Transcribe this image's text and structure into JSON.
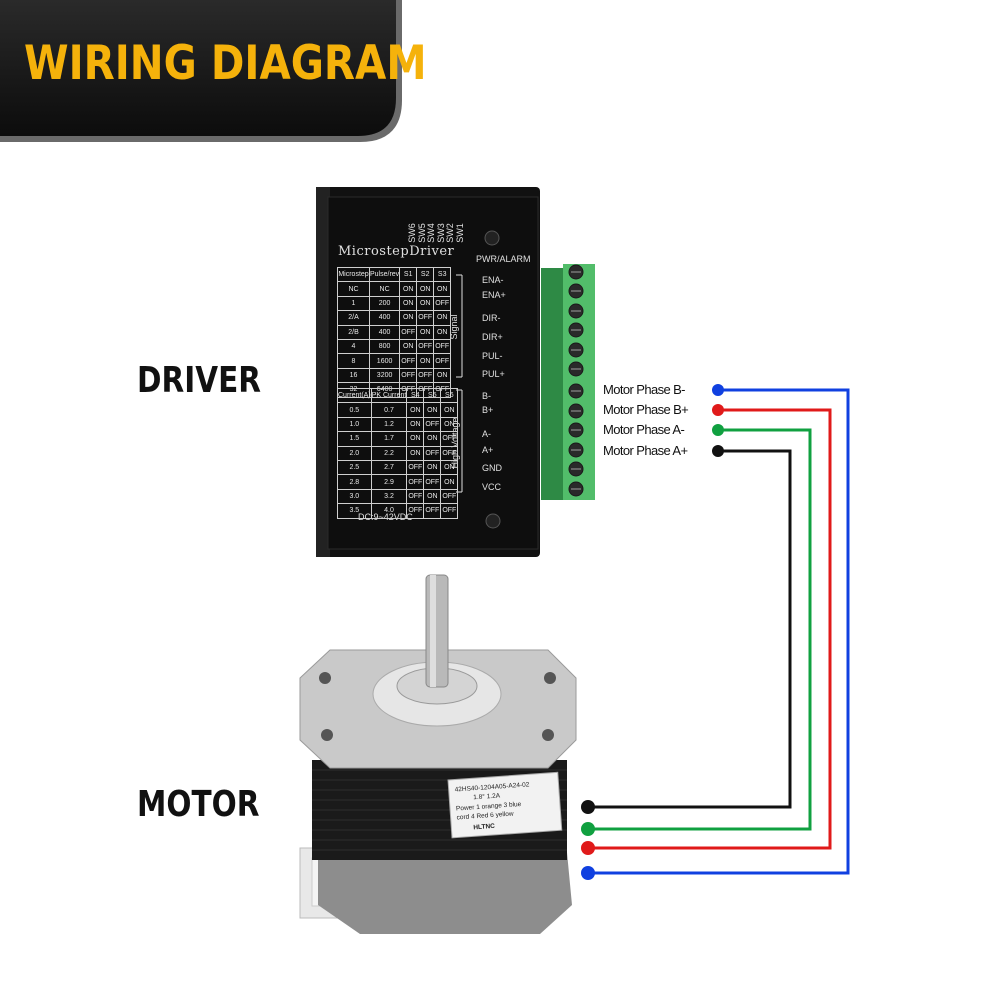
{
  "title": "WIRING DIAGRAM",
  "labels": {
    "driver": "DRIVER",
    "motor": "MOTOR"
  },
  "driver": {
    "name": "MicrostepDriver",
    "switches": [
      "SW6",
      "SW5",
      "SW4",
      "SW3",
      "SW2",
      "SW1"
    ],
    "pwr_alarm": "PWR/ALARM",
    "voltage": "DC:9~42VDC",
    "signal_group": "Signal",
    "high_voltage_group": "High Voltage",
    "terminals": [
      "ENA-",
      "ENA+",
      "DIR-",
      "DIR+",
      "PUL-",
      "PUL+",
      "B-",
      "B+",
      "A-",
      "A+",
      "GND",
      "VCC"
    ],
    "microstep_table": {
      "headers": [
        "Microstep",
        "Pulse/rev",
        "S1",
        "S2",
        "S3"
      ],
      "rows": [
        [
          "NC",
          "NC",
          "ON",
          "ON",
          "ON"
        ],
        [
          "1",
          "200",
          "ON",
          "ON",
          "OFF"
        ],
        [
          "2/A",
          "400",
          "ON",
          "OFF",
          "ON"
        ],
        [
          "2/B",
          "400",
          "OFF",
          "ON",
          "ON"
        ],
        [
          "4",
          "800",
          "ON",
          "OFF",
          "OFF"
        ],
        [
          "8",
          "1600",
          "OFF",
          "ON",
          "OFF"
        ],
        [
          "16",
          "3200",
          "OFF",
          "OFF",
          "ON"
        ],
        [
          "32",
          "6400",
          "OFF",
          "OFF",
          "OFF"
        ]
      ]
    },
    "current_table": {
      "headers": [
        "Current(A)",
        "PK Current",
        "S4",
        "S5",
        "S6"
      ],
      "rows": [
        [
          "0.5",
          "0.7",
          "ON",
          "ON",
          "ON"
        ],
        [
          "1.0",
          "1.2",
          "ON",
          "OFF",
          "ON"
        ],
        [
          "1.5",
          "1.7",
          "ON",
          "ON",
          "OFF"
        ],
        [
          "2.0",
          "2.2",
          "ON",
          "OFF",
          "OFF"
        ],
        [
          "2.5",
          "2.7",
          "OFF",
          "ON",
          "ON"
        ],
        [
          "2.8",
          "2.9",
          "OFF",
          "OFF",
          "ON"
        ],
        [
          "3.0",
          "3.2",
          "OFF",
          "ON",
          "OFF"
        ],
        [
          "3.5",
          "4.0",
          "OFF",
          "OFF",
          "OFF"
        ]
      ]
    }
  },
  "wiring": [
    {
      "label": "Motor Phase B-",
      "color": "#1040e0"
    },
    {
      "label": "Motor Phase B+",
      "color": "#e01a1a"
    },
    {
      "label": "Motor Phase A-",
      "color": "#10a040"
    },
    {
      "label": "Motor Phase A+",
      "color": "#111111"
    }
  ],
  "motor": {
    "label_lines": [
      "42HS40-1204A05-A24-02",
      "1.8° 1.2A",
      "Power 1 orange  3 blue",
      "cord  4 Red   6 yellow",
      "HLTNC"
    ]
  }
}
